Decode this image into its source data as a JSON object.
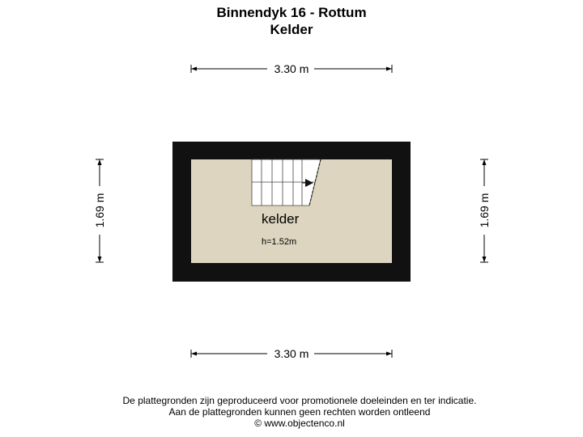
{
  "header": {
    "address": "Binnendyk 16 - Rottum",
    "floor": "Kelder"
  },
  "dimensions": {
    "top_width": "3.30 m",
    "bottom_width": "3.30 m",
    "left_height": "1.69 m",
    "right_height": "1.69 m"
  },
  "room": {
    "name": "kelder",
    "height_label": "h=1.52m"
  },
  "colors": {
    "wall": "#111111",
    "floor": "#ddd5bf",
    "stair": "#ffffff"
  },
  "footer": {
    "line1": "De plattegronden zijn geproduceerd voor promotionele doeleinden en ter indicatie.",
    "line2": "Aan de plattegronden kunnen geen rechten worden ontleend",
    "line3": "© www.objectenco.nl"
  }
}
